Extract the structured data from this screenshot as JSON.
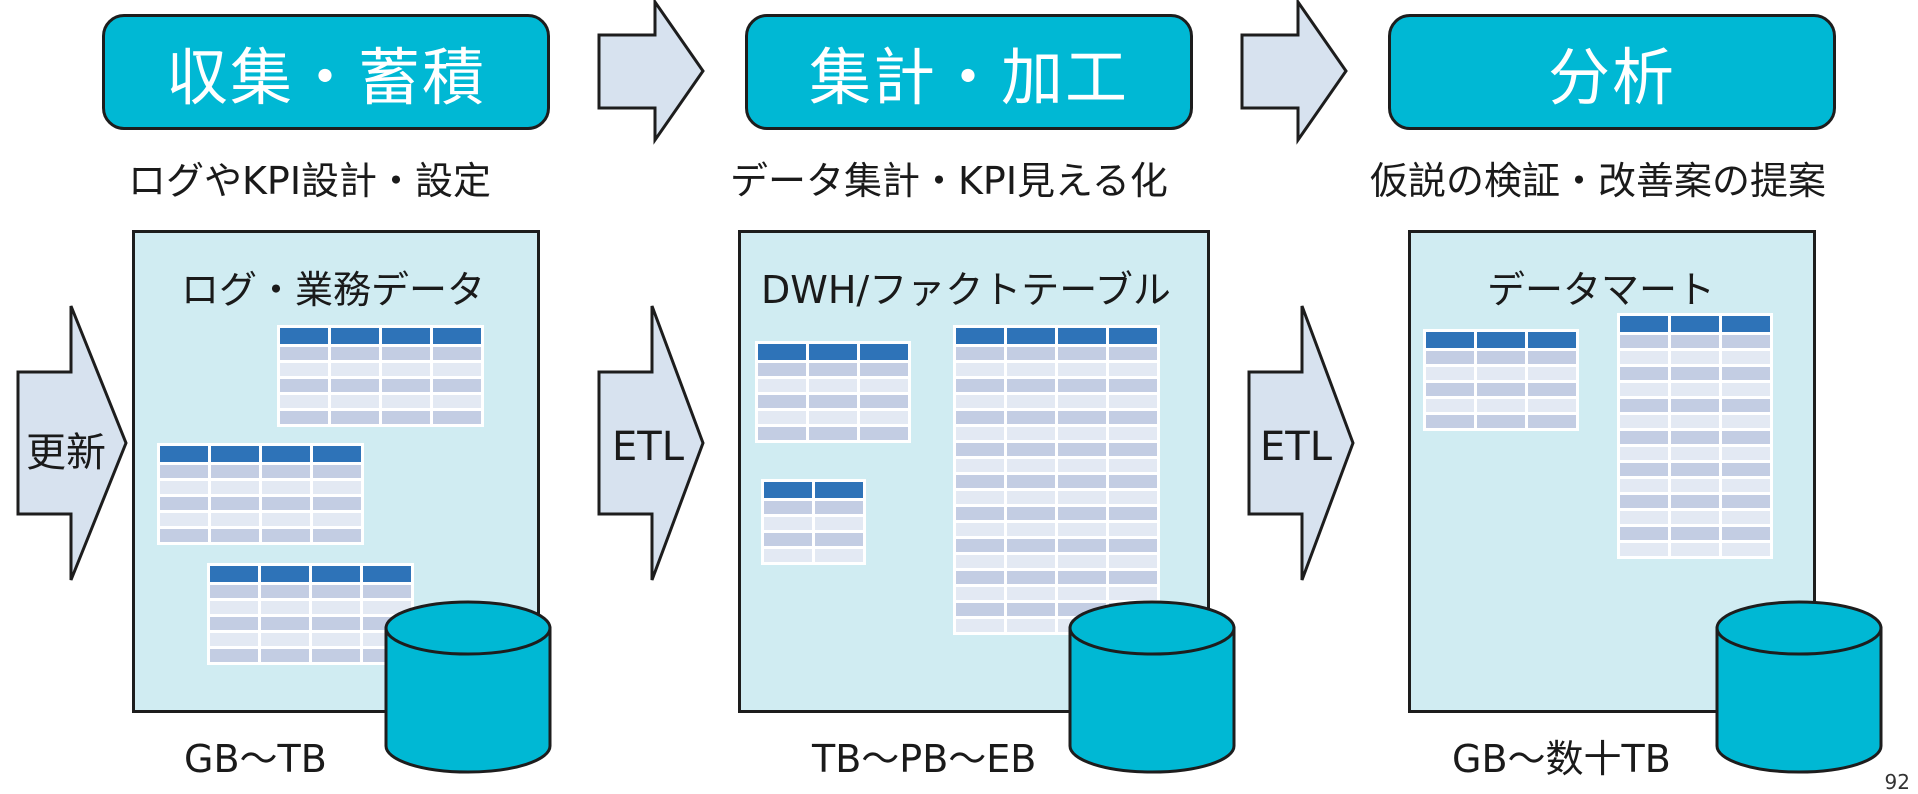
{
  "stages": [
    {
      "header": "収集・蓄積",
      "subtitle": "ログやKPI設計・設定",
      "panel_title": "ログ・業務データ",
      "caption": "GB〜TB"
    },
    {
      "header": "集計・加工",
      "subtitle": "データ集計・KPI見える化",
      "panel_title": "DWH/ファクトテーブル",
      "caption": "TB〜PB〜EB"
    },
    {
      "header": "分析",
      "subtitle": "仮説の検証・改善案の提案",
      "panel_title": "データマート",
      "caption": "GB〜数十TB"
    }
  ],
  "arrows": {
    "update": "更新",
    "etl_1": "ETL",
    "etl_2": "ETL"
  },
  "footer": {
    "page_number": "92"
  },
  "colors": {
    "header_fill": "#00b8d4",
    "panel_fill": "#d0ecf2",
    "arrow_fill": "#d7e2ef",
    "table_header": "#2e73b8",
    "table_row_dark": "#c3cde3",
    "table_row_light": "#e3e9f3",
    "cylinder_fill": "#00b8d4"
  }
}
